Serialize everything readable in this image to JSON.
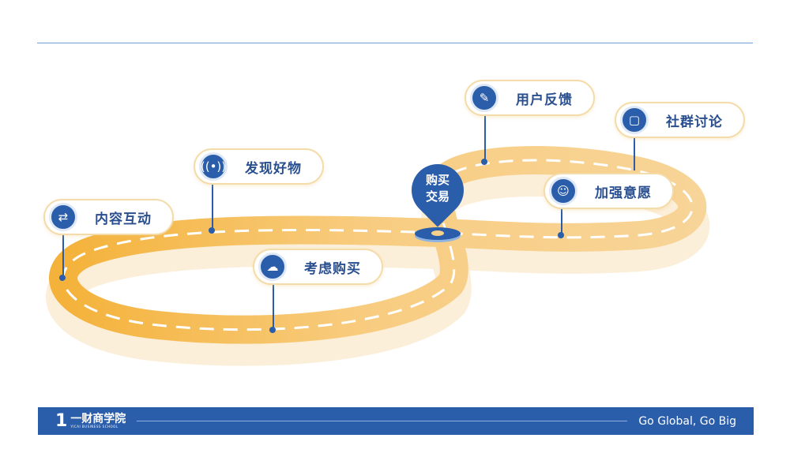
{
  "diagram": {
    "center_pin": {
      "label_line1": "购买",
      "label_line2": "交易"
    },
    "stages": [
      {
        "label": "内容互动",
        "icon": "swap-icon"
      },
      {
        "label": "发现好物",
        "icon": "broadcast-icon"
      },
      {
        "label": "考虑购买",
        "icon": "thinking-cloud-icon"
      },
      {
        "label": "用户反馈",
        "icon": "user-edit-icon"
      },
      {
        "label": "社群讨论",
        "icon": "chat-icon"
      },
      {
        "label": "加强意愿",
        "icon": "head-icon"
      }
    ]
  },
  "footer": {
    "logo_cn": "一财商学院",
    "logo_en": "YICAI BUSINESS SCHOOL",
    "slogan": "Go Global, Go Big"
  },
  "colors": {
    "accent": "#2a5daa",
    "road": "#f5b642",
    "road_shadow": "#fbecd2"
  }
}
